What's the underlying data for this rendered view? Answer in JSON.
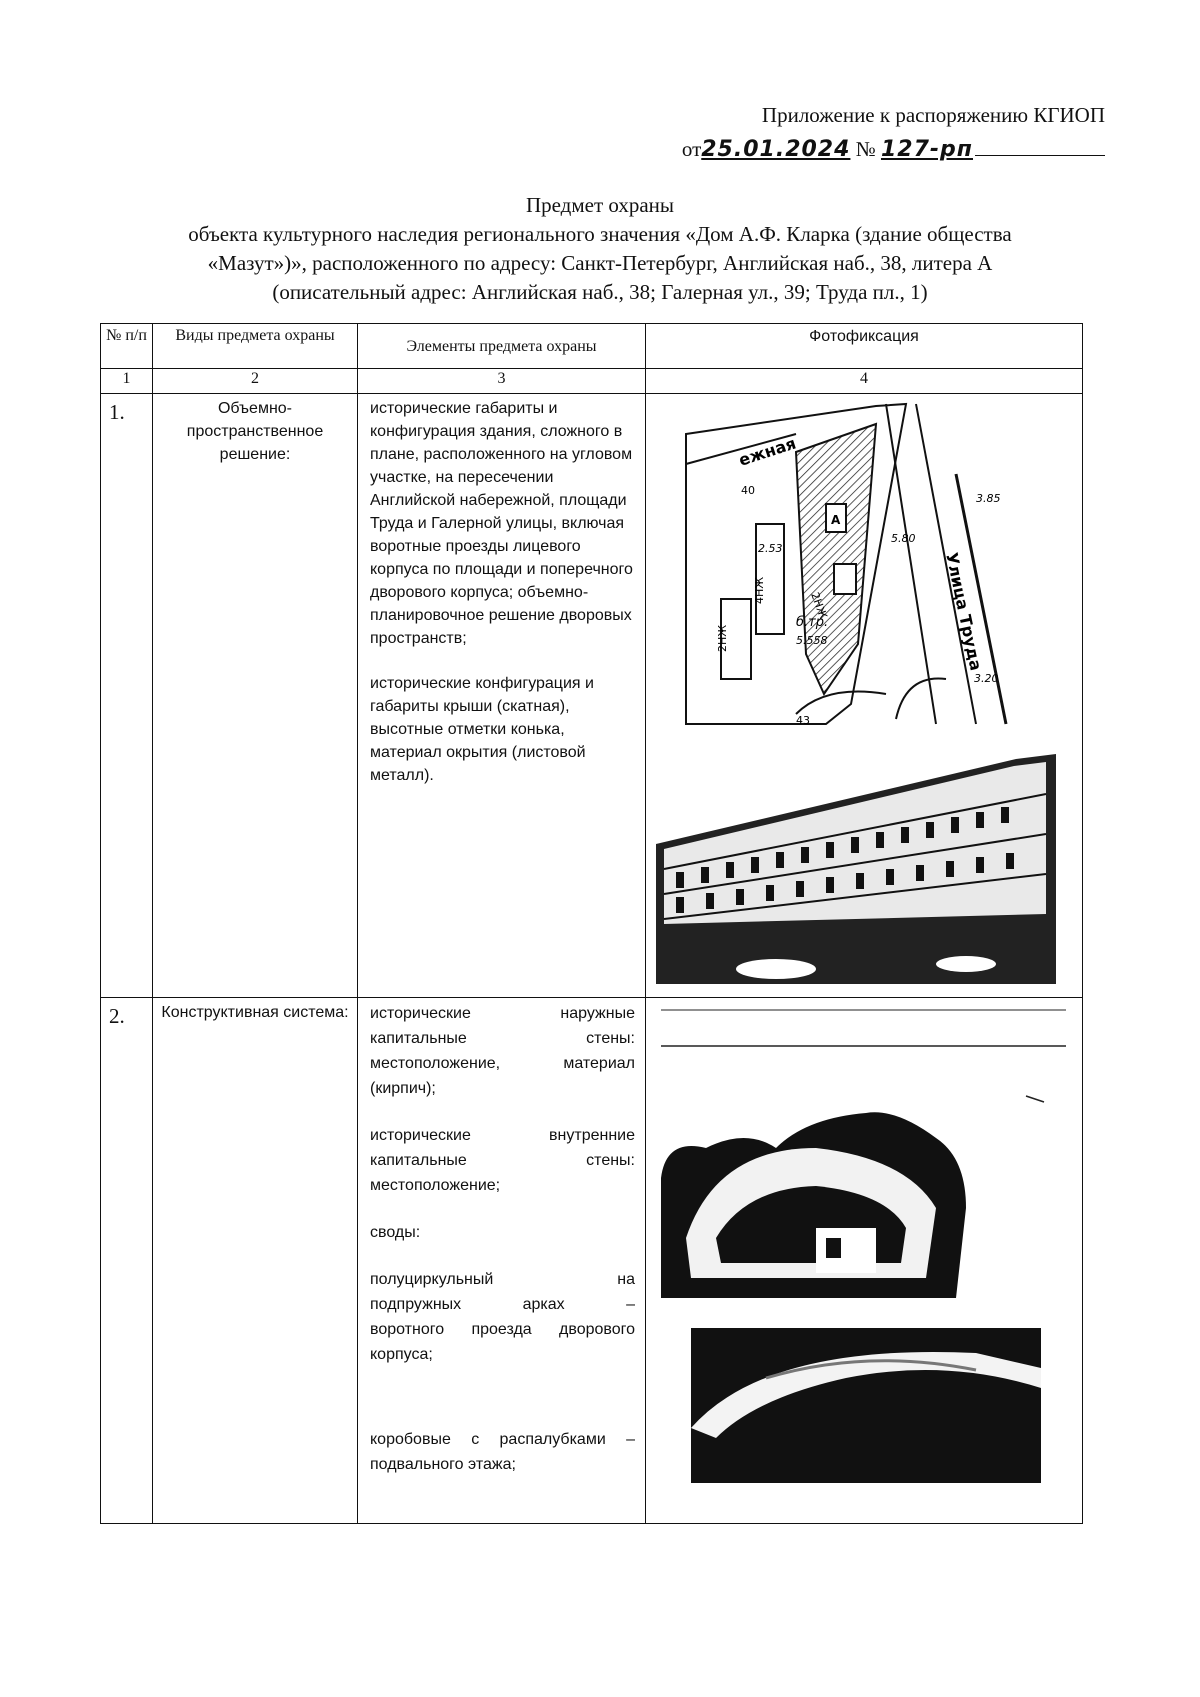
{
  "header": {
    "appendix": "Приложение к распоряжению КГИОП",
    "date_prefix": "от",
    "date": "25.01.2024",
    "number_sign": "№",
    "number": "127-рп"
  },
  "title": {
    "main": "Предмет охраны",
    "description": "объекта культурного наследия регионального значения «Дом А.Ф. Кларка (здание общества «Мазут»)», расположенного по адресу: Санкт-Петербург, Английская наб., 38, литера А (описательный адрес: Английская наб., 38; Галерная ул., 39; Труда пл., 1)"
  },
  "table": {
    "headers": [
      "№ п/п",
      "Виды предмета охраны",
      "Элементы предмета охраны",
      "Фотофиксация"
    ],
    "column_numbers": [
      "1",
      "2",
      "3",
      "4"
    ],
    "rows": [
      {
        "num": "1.",
        "kind": "Объемно-пространственное решение:",
        "elements": [
          "исторические габариты и конфигурация здания, сложного в плане, расположенного на угловом участке, на пересечении Английской набережной, площади Труда и Галерной улицы, включая воротные проезды лицевого корпуса по площади и поперечного дворового корпуса; объемно-планировочное решение дворовых пространств;",
          "исторические конфигурация и габариты крыши (скатная), высотные отметки конька, материал окрытия (листовой металл)."
        ],
        "map_labels": {
          "street_top": "ежная",
          "street_side": "Улица Труда",
          "marks": [
            "3.85",
            "5.80",
            "3.20",
            "2.53",
            "5.558",
            "2НЖ",
            "4НЖ",
            "2НЖ",
            "б.тр."
          ],
          "lot": "40",
          "lot_bottom": "43",
          "sign": "А"
        }
      },
      {
        "num": "2.",
        "kind": "Конструктивная система:",
        "elements_justified": [
          [
            "исторические",
            "наружные"
          ],
          [
            "капитальные",
            "стены:"
          ],
          [
            "местоположение,",
            "материал"
          ]
        ],
        "elements_tail_1": "(кирпич);",
        "elements_b": [
          [
            "исторические",
            "внутренние"
          ],
          [
            "капитальные",
            "стены:"
          ]
        ],
        "elements_tail_2": "местоположение;",
        "vaults_label": "своды:",
        "vault_a_lines": [
          [
            "полуциркульный",
            "на"
          ],
          [
            "подпружных",
            "арках",
            "–"
          ],
          [
            "воротного",
            "проезда",
            "дворового"
          ]
        ],
        "vault_a_tail": "корпуса;",
        "vault_b_lines": [
          [
            "коробовые",
            "с",
            "распалубками",
            "–"
          ]
        ],
        "vault_b_tail": "подвального этажа;"
      }
    ]
  }
}
